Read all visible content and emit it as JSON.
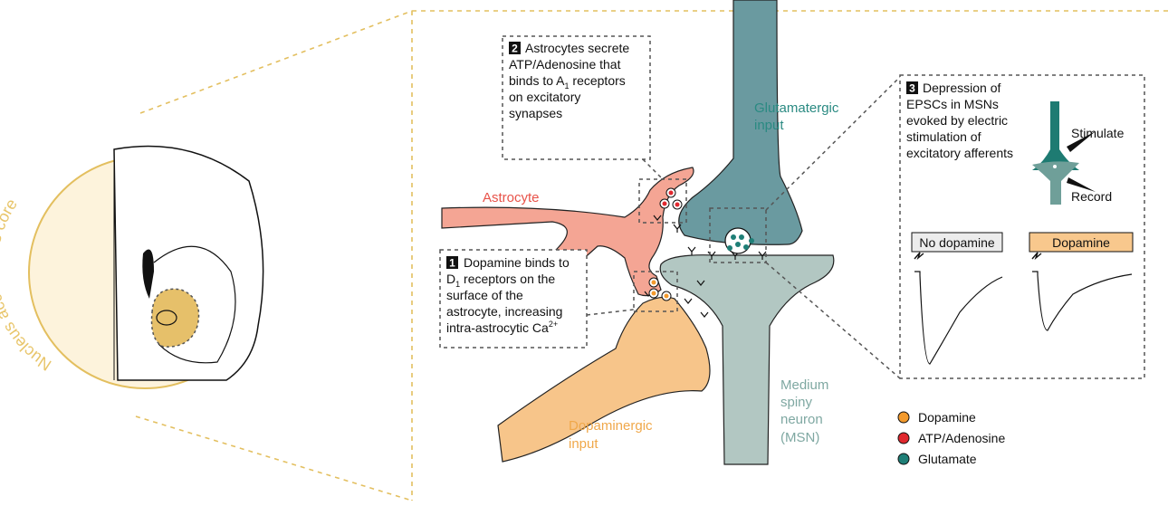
{
  "region_label": "Nucleus accumbens core",
  "labels": {
    "astrocyte": "Astrocyte",
    "glutamatergic": [
      "Glutamatergic",
      "input"
    ],
    "dopaminergic": [
      "Dopaminergic",
      "input"
    ],
    "msn": [
      "Medium",
      "spiny",
      "neuron",
      "(MSN)"
    ]
  },
  "steps": [
    {
      "number": "1",
      "lines": [
        "Dopamine binds to",
        "D receptors on the",
        "surface of the",
        "astrocyte, increasing",
        "intra-astrocytic Ca"
      ],
      "sub": "1",
      "sup": "2+"
    },
    {
      "number": "2",
      "lines": [
        "Astrocytes secrete",
        "ATP/Adenosine that",
        "binds to A receptors",
        "on excitatory",
        "synapses"
      ],
      "sub": "1"
    },
    {
      "number": "3",
      "lines": [
        "Depression of",
        "EPSCs in MSNs",
        "evoked by electric",
        "stimulation of",
        "excitatory afferents"
      ]
    }
  ],
  "inset": {
    "stimulate": "Stimulate",
    "record": "Record",
    "conditions": [
      "No dopamine",
      "Dopamine"
    ]
  },
  "legend": [
    {
      "label": "Dopamine",
      "color": "#f39a2d"
    },
    {
      "label": "ATP/Adenosine",
      "color": "#e0282e"
    },
    {
      "label": "Glutamate",
      "color": "#1f7f77"
    }
  ],
  "colors": {
    "region": "#f0d38a",
    "region_dark": "#e3bf5f",
    "astrocyte": "#f4a594",
    "glutamatergic": "#6a9aa0",
    "msn": "#b2c7c2",
    "dopaminergic": "#f7c58a",
    "dark_teal": "#1e7b72",
    "no_dopamine_box": "#ececec",
    "dopamine_box": "#f8c88d"
  }
}
